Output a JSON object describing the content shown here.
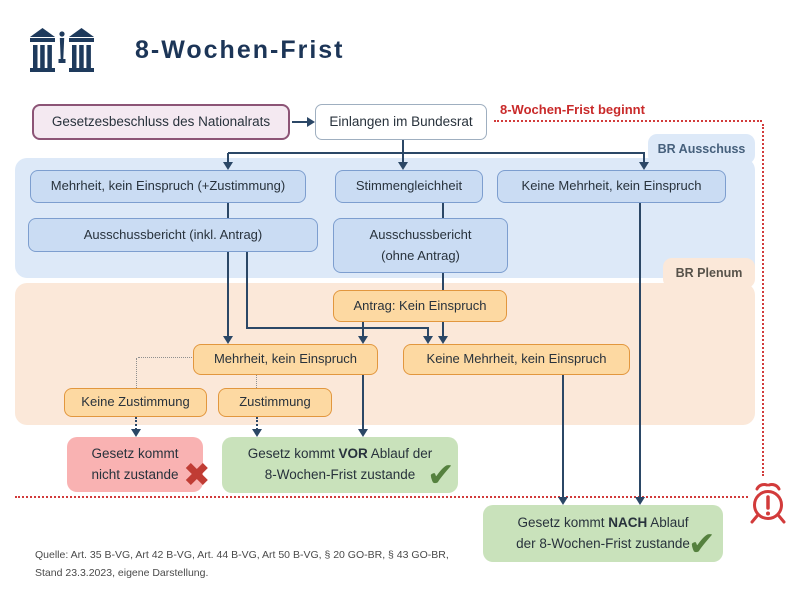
{
  "header": {
    "title": "8-Wochen-Frist"
  },
  "annotations": {
    "frist_beginnt": "8-Wochen-Frist beginnt",
    "br_ausschuss": "BR Ausschuss",
    "br_plenum": "BR Plenum"
  },
  "nodes": {
    "gesetzesbeschluss": "Gesetzesbeschluss des Nationalrats",
    "einlangen": "Einlangen im Bundesrat",
    "mehrheit_zustimmung": "Mehrheit, kein Einspruch (+Zustimmung)",
    "stimmengleichheit": "Stimmengleichheit",
    "keine_mehrheit_ausschuss": "Keine Mehrheit, kein Einspruch",
    "bericht_inkl": "Ausschussbericht (inkl. Antrag)",
    "bericht_ohne_line1": "Ausschussbericht",
    "bericht_ohne_line2": "(ohne Antrag)",
    "antrag_kein_einspruch": "Antrag: Kein Einspruch",
    "mehrheit_plenum": "Mehrheit, kein Einspruch",
    "keine_mehrheit_plenum": "Keine Mehrheit, kein Einspruch",
    "keine_zustimmung": "Keine Zustimmung",
    "zustimmung": "Zustimmung"
  },
  "results": {
    "nicht": {
      "line1": "Gesetz kommt",
      "line2": "nicht zustande"
    },
    "vor": {
      "prefix": "Gesetz kommt ",
      "bold": "VOR",
      "suffix": " Ablauf der",
      "line2": "8-Wochen-Frist zustande"
    },
    "nach": {
      "prefix": "Gesetz kommt ",
      "bold": "NACH",
      "suffix": " Ablauf",
      "line2": "der 8-Wochen-Frist zustande"
    }
  },
  "icons": {
    "check": "✔",
    "cross": "✖"
  },
  "source": {
    "line1": "Quelle: Art. 35 B-VG, Art 42 B-VG, Art. 44 B-VG, Art 50 B-VG, § 20 GO-BR, § 43 GO-BR,",
    "line2": "Stand 23.3.2023, eigene Darstellung."
  },
  "colors": {
    "navy": "#1c3557",
    "arrow": "#2b4766",
    "red_accent": "#d23b3b",
    "blue_region": "#dde9f8",
    "blue_box": "#cadcf3",
    "orange_region": "#fbe8d9",
    "orange_box": "#fdd9a2",
    "green_result": "#c9e2bb",
    "red_result": "#f9b2b2"
  }
}
